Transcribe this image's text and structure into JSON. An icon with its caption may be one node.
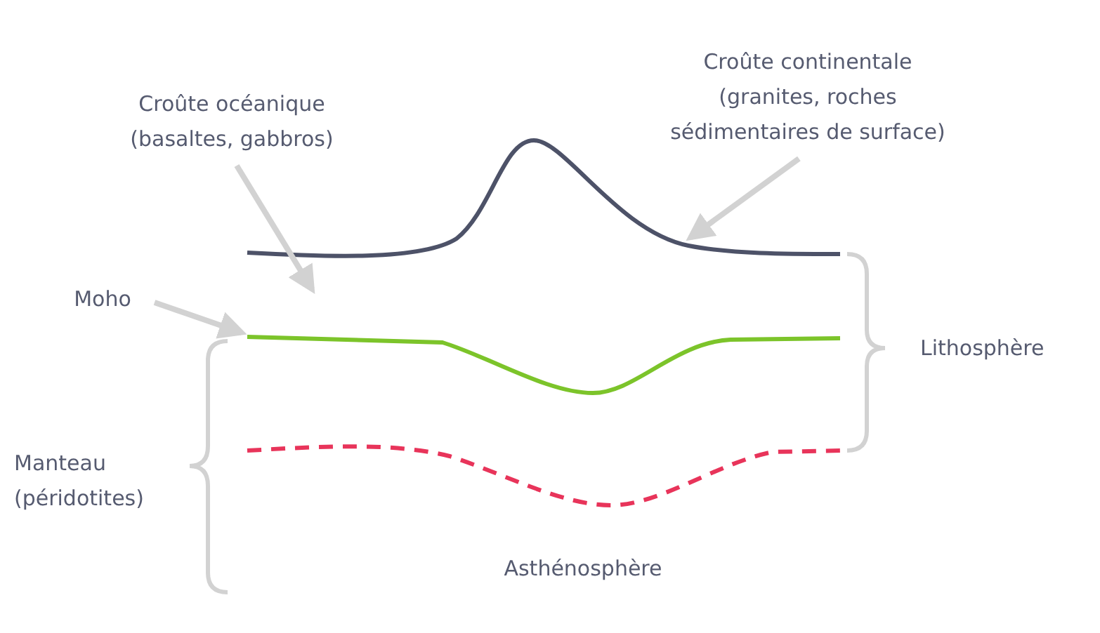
{
  "diagram": {
    "nodes": [
      {
        "text": [
          "Croûte océanique (basaltes, gabbros)"
        ]
      },
      {
        "text": [
          "Croûte continentale (granites, roches sédimentaires de surface)"
        ]
      },
      {
        "text": [
          "Moho"
        ]
      },
      {
        "text": [],
        "shape": "line"
      },
      {
        "text": [],
        "shape": "line"
      }
    ],
    "edges": [
      {
        "from": 0,
        "to": 3,
        "arrow": "to"
      },
      {
        "from": 1,
        "to": 3,
        "arrow": "to"
      },
      {
        "from": 2,
        "to": 4,
        "arrow": "to"
      }
    ],
    "labels": [
      "Lithosphère",
      "Manteau (péridotites)",
      "Asthénosphère"
    ]
  }
}
